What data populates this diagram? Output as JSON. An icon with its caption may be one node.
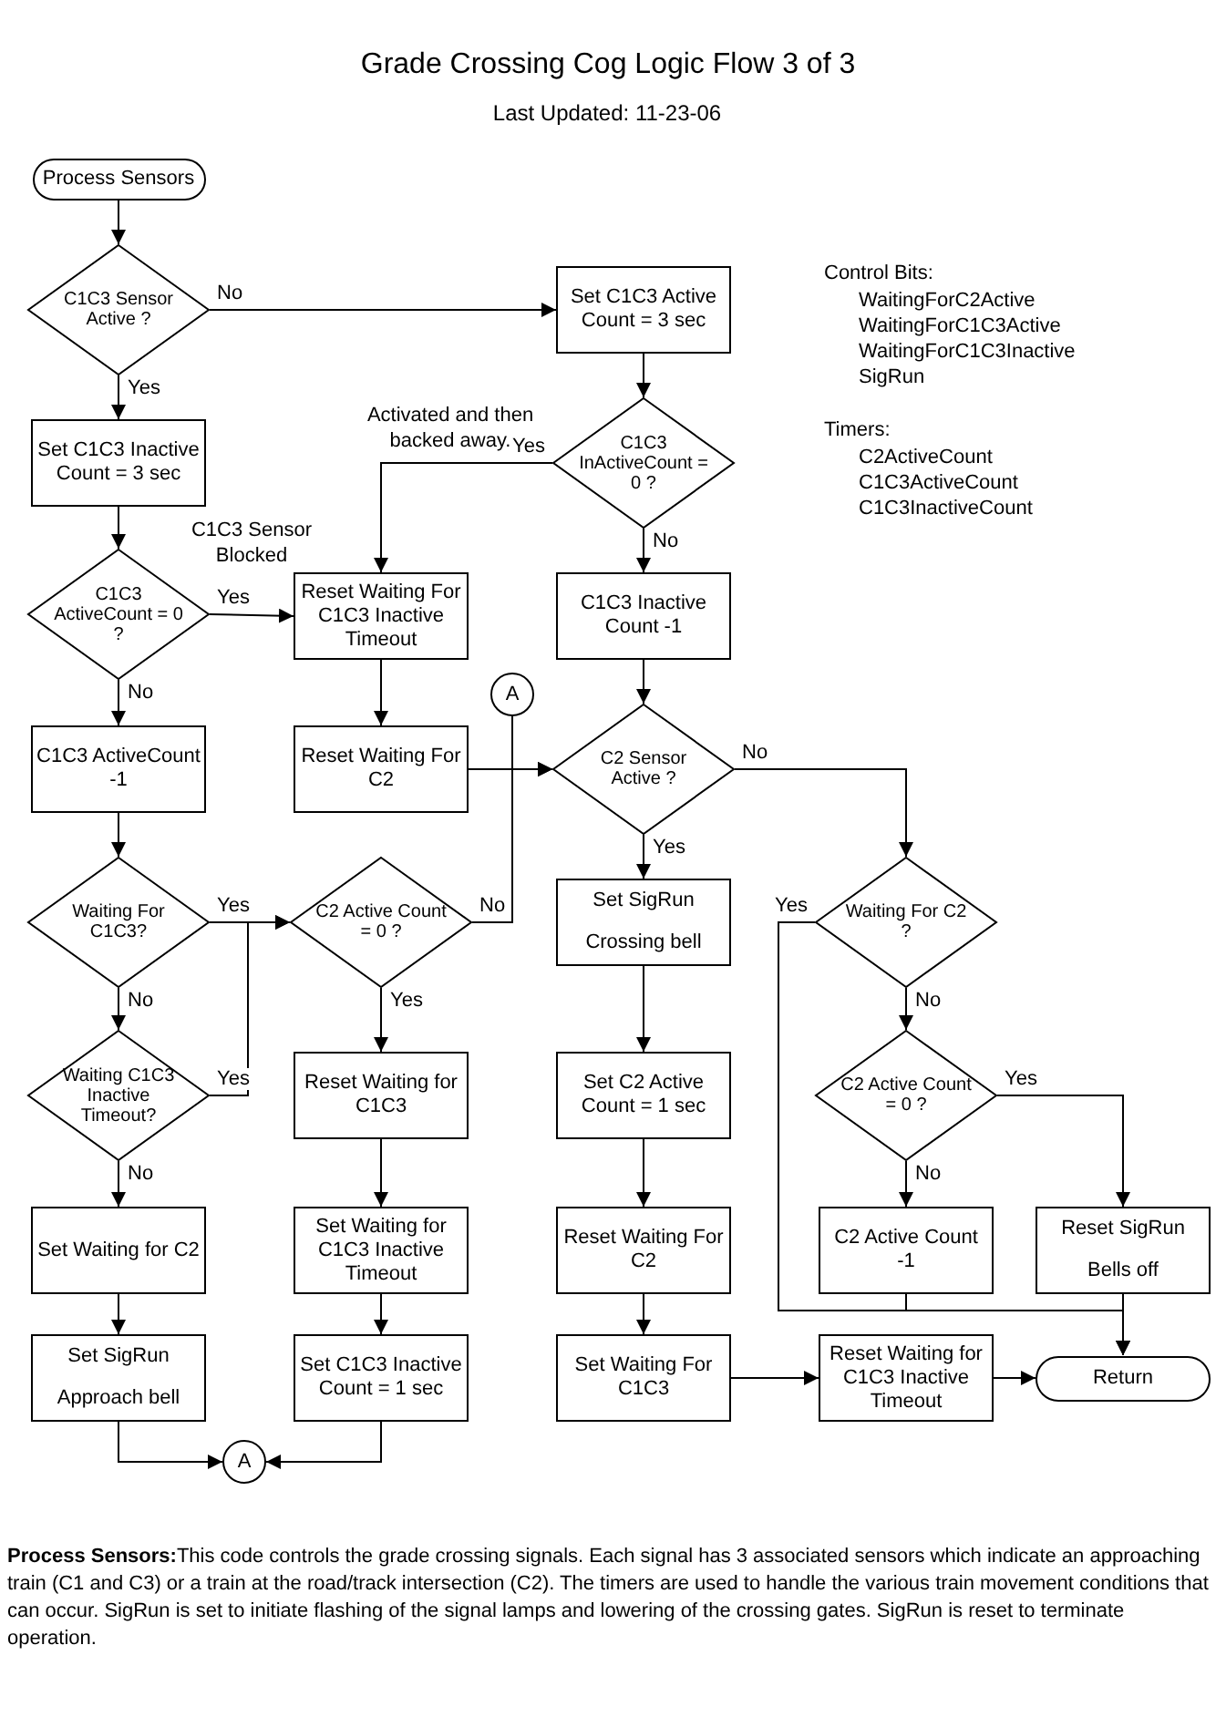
{
  "diagram": {
    "title": "Grade Crossing Cog Logic Flow 3 of 3",
    "caption": "**Process Sensors:**This code controls the grade crossing signals. Each signal has 3 associated sensors which indicate an approaching train (C1 and C3) or a train at the road/track intersection (C2). The timers are used to handle the various train movement conditions that can occur. SigRun is set to initiate flashing of the signal lamps and lowering of the crossing gates. SigRun is reset to terminate operation.",
    "nodes": [
      {
        "text": [
          "Process Sensors"
        ]
      },
      {
        "text": [
          "C1C3 Sensor Active ?"
        ]
      },
      {
        "text": [
          "Set C1C3 Active Count = 3 sec"
        ]
      },
      {
        "text": [
          "Set C1C3 Inactive Count = 3 sec"
        ]
      },
      {
        "text": [
          "C1C3 InActiveCount = 0 ?"
        ]
      },
      {
        "text": [
          "C1C3 ActiveCount = 0 ?"
        ]
      },
      {
        "text": [
          "Reset Waiting For C1C3 Inactive Timeout"
        ]
      },
      {
        "text": [
          "C1C3 Inactive Count -1"
        ]
      },
      {
        "text": [
          "A"
        ]
      },
      {
        "text": [
          "C1C3 ActiveCount -1"
        ]
      },
      {
        "text": [
          "Reset Waiting For C2"
        ]
      },
      {
        "text": [
          "C2 Sensor Active ?"
        ]
      },
      {
        "text": [
          "Waiting For C1C3?"
        ]
      },
      {
        "text": [
          "C2 Active Count = 0 ?"
        ]
      },
      {
        "text": [
          "Set SigRun",
          "Crossing bell"
        ]
      },
      {
        "text": [
          "Waiting For C2 ?"
        ]
      },
      {
        "text": [
          "Waiting C1C3 Inactive Timeout?"
        ]
      },
      {
        "text": [
          "Reset Waiting for C1C3"
        ]
      },
      {
        "text": [
          "Set C2 Active Count = 1 sec"
        ]
      },
      {
        "text": [
          "C2 Active Count = 0 ?"
        ]
      },
      {
        "text": [
          "Set Waiting for C2"
        ]
      },
      {
        "text": [
          "Set Waiting for C1C3 Inactive Timeout"
        ]
      },
      {
        "text": [
          "Reset Waiting For C2"
        ]
      },
      {
        "text": [
          "C2 Active Count -1"
        ]
      },
      {
        "text": [
          "Reset SigRun",
          "Bells off"
        ]
      },
      {
        "text": [
          "Set SigRun",
          "Approach bell"
        ]
      },
      {
        "text": [
          "Set C1C3 Inactive Count = 1 sec"
        ]
      },
      {
        "text": [
          "Set Waiting For C1C3"
        ]
      },
      {
        "text": [
          "Reset Waiting for C1C3 Inactive Timeout"
        ]
      },
      {
        "text": [
          "Return"
        ]
      },
      {
        "text": [
          "A"
        ]
      }
    ],
    "edges": [
      {
        "from": 0,
        "to": 1,
        "arrow": "to"
      },
      {
        "from": 1,
        "to": 2,
        "arrow": "to",
        "label": "No"
      },
      {
        "from": 1,
        "to": 3,
        "arrow": "to",
        "label": "Yes"
      },
      {
        "from": 2,
        "to": 4,
        "arrow": "to"
      },
      {
        "from": 4,
        "to": 6,
        "arrow": "to",
        "label": "Yes"
      },
      {
        "from": 4,
        "to": 7,
        "arrow": "to",
        "label": "No"
      },
      {
        "from": 3,
        "to": 5,
        "arrow": "to"
      },
      {
        "from": 5,
        "to": 6,
        "arrow": "to",
        "label": "Yes"
      },
      {
        "from": 5,
        "to": 9,
        "arrow": "to",
        "label": "No"
      },
      {
        "from": 6,
        "to": 10,
        "arrow": "to"
      },
      {
        "from": 7,
        "to": 11,
        "arrow": "to"
      },
      {
        "from": 8,
        "to": 11,
        "arrow": "to"
      },
      {
        "from": 10,
        "to": 11,
        "arrow": "to"
      },
      {
        "from": 13,
        "to": 11,
        "arrow": "to",
        "label": "No"
      },
      {
        "from": 9,
        "to": 12,
        "arrow": "to"
      },
      {
        "from": 12,
        "to": 13,
        "arrow": "to",
        "label": "Yes"
      },
      {
        "from": 16,
        "to": 13,
        "arrow": "to",
        "label": "Yes"
      },
      {
        "from": 12,
        "to": 16,
        "arrow": "to",
        "label": "No"
      },
      {
        "from": 13,
        "to": 17,
        "arrow": "to",
        "label": "Yes"
      },
      {
        "from": 11,
        "to": 14,
        "arrow": "to",
        "label": "Yes"
      },
      {
        "from": 11,
        "to": 15,
        "arrow": "to",
        "label": "No"
      },
      {
        "from": 14,
        "to": 18,
        "arrow": "to"
      },
      {
        "from": 15,
        "to": 29,
        "arrow": "to",
        "label": "Yes"
      },
      {
        "from": 15,
        "to": 19,
        "arrow": "to",
        "label": "No"
      },
      {
        "from": 19,
        "to": 24,
        "arrow": "to",
        "label": "Yes"
      },
      {
        "from": 19,
        "to": 23,
        "arrow": "to",
        "label": "No"
      },
      {
        "from": 23,
        "to": 29,
        "arrow": "to"
      },
      {
        "from": 24,
        "to": 29,
        "arrow": "to"
      },
      {
        "from": 16,
        "to": 20,
        "arrow": "to",
        "label": "No"
      },
      {
        "from": 17,
        "to": 21,
        "arrow": "to"
      },
      {
        "from": 18,
        "to": 22,
        "arrow": "to"
      },
      {
        "from": 20,
        "to": 25,
        "arrow": "to"
      },
      {
        "from": 21,
        "to": 26,
        "arrow": "to"
      },
      {
        "from": 22,
        "to": 27,
        "arrow": "to"
      },
      {
        "from": 25,
        "to": 30,
        "arrow": "to"
      },
      {
        "from": 26,
        "to": 30,
        "arrow": "to"
      },
      {
        "from": 27,
        "to": 28,
        "arrow": "to"
      },
      {
        "from": 28,
        "to": 29,
        "arrow": "to"
      }
    ],
    "labels": [
      "Last Updated: 11-23-06",
      "Activated and then backed away.",
      "C1C3 Sensor Blocked",
      "Control Bits:",
      "WaitingForC2Active",
      "WaitingForC1C3Active",
      "WaitingForC1C3Inactive",
      "SigRun",
      "Timers:",
      "C2ActiveCount",
      "C1C3ActiveCount",
      "C1C3InactiveCount"
    ]
  }
}
